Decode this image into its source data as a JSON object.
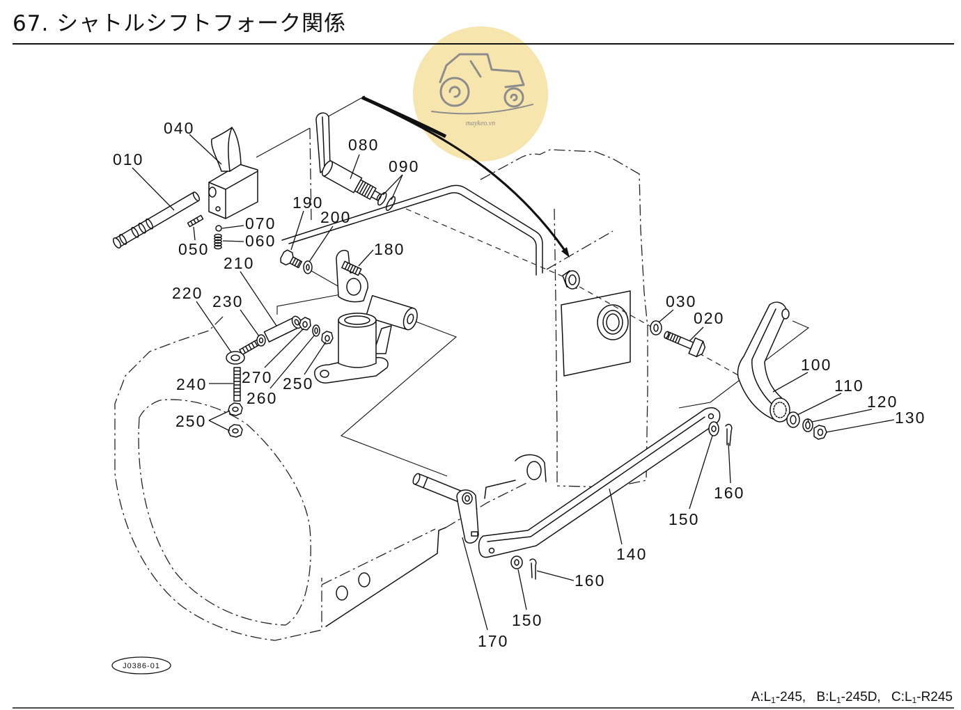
{
  "title": "67. シャトルシフトフォーク関係",
  "part_labels": [
    "040",
    "010",
    "080",
    "090",
    "190",
    "200",
    "180",
    "070",
    "060",
    "050",
    "210",
    "220",
    "230",
    "270",
    "260",
    "250",
    "240",
    "250",
    "030",
    "020",
    "100",
    "110",
    "120",
    "130",
    "160",
    "150",
    "140",
    "160",
    "150",
    "170"
  ],
  "diagram_code": "J0386-01",
  "watermark": {
    "text": "maykeo.vn"
  },
  "models": [
    {
      "prefix": "A:L",
      "sub": "1",
      "suffix": "-245,"
    },
    {
      "prefix": "B:L",
      "sub": "1",
      "suffix": "-245D,"
    },
    {
      "prefix": "C:L",
      "sub": "1",
      "suffix": "-R245"
    }
  ],
  "colors": {
    "line": "#111111",
    "watermark": "#f6e1a0",
    "watermark_logo": "#8c8c8c"
  }
}
